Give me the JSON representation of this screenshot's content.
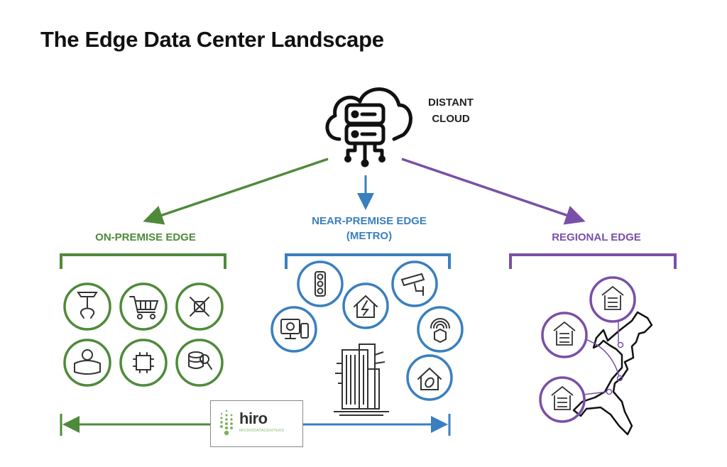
{
  "title": "The Edge Data Center Landscape",
  "cloud": {
    "label_line1": "DISTANT",
    "label_line2": "CLOUD",
    "icon": "cloud-server-icon"
  },
  "categories": [
    {
      "id": "on-premise",
      "label": "ON-PREMISE EDGE",
      "color": "#4f8a3b",
      "icons": [
        "robotic-arm-icon",
        "shopping-cart-icon",
        "drone-icon",
        "remote-worker-dashboard-icon",
        "ai-chip-icon",
        "database-search-icon"
      ]
    },
    {
      "id": "near-premise",
      "label_line1": "NEAR-PREMISE EDGE",
      "label_line2": "(METRO)",
      "color": "#3a7fbf",
      "icons": [
        "traffic-light-icon",
        "smart-home-power-icon",
        "security-camera-icon",
        "devices-check-icon",
        "5g-signal-icon",
        "eco-home-icon",
        "office-building-icon"
      ]
    },
    {
      "id": "regional",
      "label": "REGIONAL EDGE",
      "color": "#7a4fa8",
      "icons": [
        "data-center-icon",
        "data-center-icon",
        "data-center-icon",
        "us-east-coast-map-icon"
      ]
    }
  ],
  "logo": {
    "name": "hiro",
    "subtitle": "MICRODATACENTERS"
  }
}
